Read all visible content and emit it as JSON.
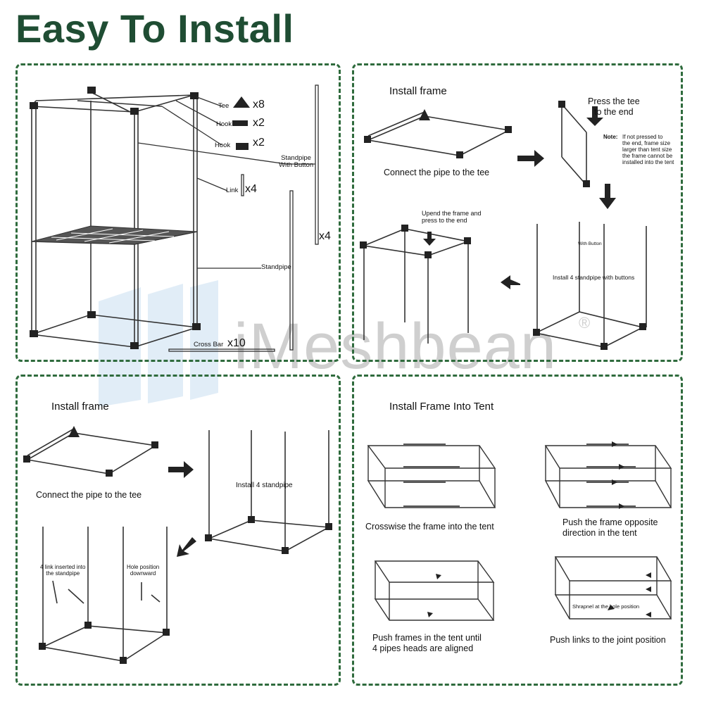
{
  "page_title": "Easy To Install",
  "accent_color": "#1f4d33",
  "border_color": "#2f6b3d",
  "watermark": {
    "text": "iMeshbean",
    "mark": "®"
  },
  "panel1": {
    "parts": [
      {
        "name": "Tee",
        "qty": "x8"
      },
      {
        "name": "Hook",
        "qty": "x2"
      },
      {
        "name": "Hook",
        "qty": "x2"
      },
      {
        "name": "Link",
        "qty": "x4"
      }
    ],
    "standpipe_button": "Standpipe\nWith Button",
    "standpipe_button_qty": "x4",
    "standpipe": "Standpipe",
    "cross_bar": "Cross Bar",
    "cross_bar_qty": "x10"
  },
  "panel2": {
    "heading": "Install frame",
    "connect": "Connect the pipe to the tee",
    "press": "Press the tee\nto the end",
    "note_label": "Note:",
    "note_text": "If not pressed to\nthe end, frame size\nlarger than tent size\nthe frame cannot be\ninstalled into the tent",
    "upend": "Upend the frame and\npress to the end",
    "with_button": "With Button",
    "install_4": "Install 4 standpipe with buttons"
  },
  "panel3": {
    "heading": "Install frame",
    "connect": "Connect the pipe to the tee",
    "install_4": "Install 4 standpipe",
    "link_inserted": "4 link inserted into\nthe standpipe",
    "hole_position": "Hole position\ndownward"
  },
  "panel4": {
    "heading": "Install Frame Into Tent",
    "crosswise": "Crosswise the frame into the tent",
    "push_opposite": "Push the frame opposite\ndirection in the tent",
    "push_frames": "Push frames in the tent until\n4 pipes heads are aligned",
    "shrapnel": "Shrapnel at the hole position",
    "push_links": "Push links to the joint position"
  }
}
